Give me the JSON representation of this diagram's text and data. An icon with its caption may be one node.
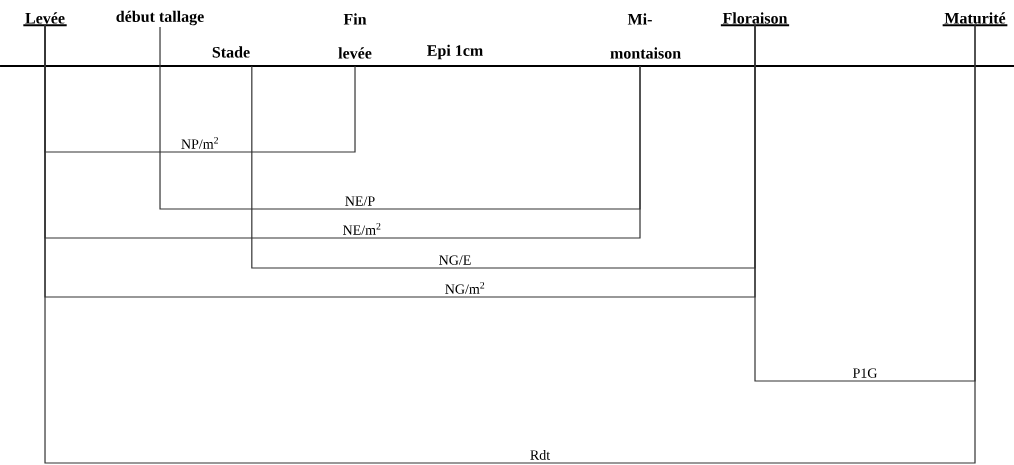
{
  "diagram": {
    "nodes": [
      {
        "text": [
          "Levée"
        ]
      },
      {
        "text": [
          "début tallage"
        ]
      },
      {
        "text": [
          "Stade"
        ]
      },
      {
        "text": [
          "Fin levée"
        ]
      },
      {
        "text": [
          "Mi- montaison"
        ]
      },
      {
        "text": [
          "Floraison"
        ]
      },
      {
        "text": [
          "Maturité"
        ]
      }
    ],
    "edges": [
      {
        "from": 0,
        "to": 3,
        "arrow": "none",
        "label": "NP/m$^{2}$"
      },
      {
        "from": 1,
        "to": 4,
        "arrow": "none",
        "label": "NE/P"
      },
      {
        "from": 0,
        "to": 4,
        "arrow": "none",
        "label": "NE/m$^{2}$"
      },
      {
        "from": 2,
        "to": 5,
        "arrow": "none",
        "label": "NG/E"
      },
      {
        "from": 0,
        "to": 5,
        "arrow": "none",
        "label": "NG/m$^{2}$"
      },
      {
        "from": 5,
        "to": 6,
        "arrow": "none",
        "label": "P1G"
      },
      {
        "from": 0,
        "to": 6,
        "arrow": "none",
        "label": "Rdt"
      }
    ],
    "labels": [
      "Epi 1cm"
    ]
  }
}
